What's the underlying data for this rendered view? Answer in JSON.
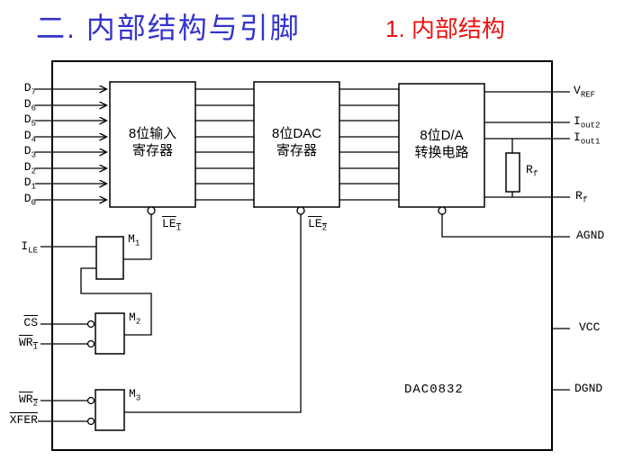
{
  "title": {
    "text": "二. 内部结构与引脚",
    "color": "#3333cc"
  },
  "subtitle": {
    "text": "1. 内部结构",
    "color": "#ee1111"
  },
  "chip_name": "DAC0832",
  "blocks": {
    "input_register": {
      "line1": "8位输入",
      "line2": "寄存器"
    },
    "dac_register": {
      "line1": "8位DAC",
      "line2": "寄存器"
    },
    "da_converter": {
      "line1": "8位D/A",
      "line2": "转换电路"
    }
  },
  "data_inputs": [
    {
      "base": "D",
      "sub": "7"
    },
    {
      "base": "D",
      "sub": "6"
    },
    {
      "base": "D",
      "sub": "5"
    },
    {
      "base": "D",
      "sub": "4"
    },
    {
      "base": "D",
      "sub": "3"
    },
    {
      "base": "D",
      "sub": "2"
    },
    {
      "base": "D",
      "sub": "1"
    },
    {
      "base": "D",
      "sub": "0"
    }
  ],
  "control_inputs": {
    "ile": {
      "base": "I",
      "sub": "LE",
      "overline": false
    },
    "cs": {
      "base": "CS",
      "sub": "",
      "overline": true
    },
    "wr1": {
      "base": "WR",
      "sub": "1",
      "overline": true
    },
    "wr2": {
      "base": "WR",
      "sub": "2",
      "overline": true
    },
    "xfer": {
      "base": "XFER",
      "sub": "",
      "overline": true
    }
  },
  "gates": {
    "m1": {
      "base": "M",
      "sub": "1"
    },
    "m2": {
      "base": "M",
      "sub": "2"
    },
    "m3": {
      "base": "M",
      "sub": "3"
    }
  },
  "latch_signals": {
    "le1": {
      "base": "LE",
      "sub": "1",
      "overline": true
    },
    "le2": {
      "base": "LE",
      "sub": "2",
      "overline": true
    }
  },
  "right_pins": {
    "vref": {
      "base": "V",
      "sub": "REF"
    },
    "iout2": {
      "base": "I",
      "sub": "out2"
    },
    "iout1": {
      "base": "I",
      "sub": "out1"
    },
    "rf": {
      "base": "R",
      "sub": "f"
    },
    "agnd": {
      "base": "AGND",
      "sub": ""
    },
    "vcc": {
      "base": "VCC",
      "sub": ""
    },
    "dgnd": {
      "base": "DGND",
      "sub": ""
    }
  },
  "resistor_label": {
    "base": "R",
    "sub": "f"
  },
  "colors": {
    "line": "#000000",
    "background": "#ffffff"
  }
}
